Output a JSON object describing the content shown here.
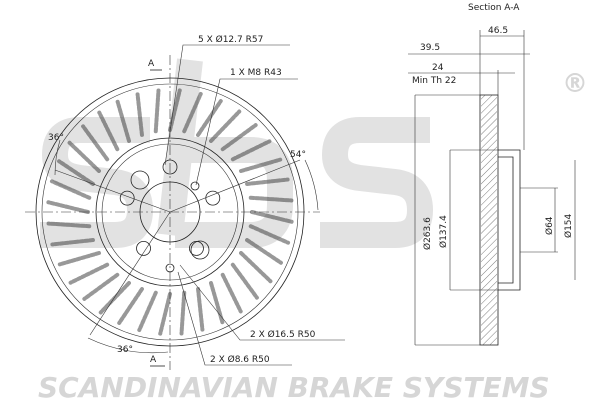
{
  "watermark": {
    "logo": "sbs",
    "brand": "SCANDINAVIAN BRAKE SYSTEMS",
    "registered": "®"
  },
  "section": {
    "title": "Section A-A",
    "dim_46_5": "46.5",
    "dim_39_5": "39.5",
    "dim_24": "24",
    "min_th": "Min Th 22",
    "d_outer": "Ø263.6",
    "d_hat": "Ø137.4",
    "d_bore": "Ø64",
    "d_hub": "Ø154"
  },
  "front": {
    "cut_label_top": "A",
    "cut_label_bottom": "A",
    "bolt_holes": "5 X Ø12.7 R57",
    "thread": "1 X M8 R43",
    "angle_left": "36°",
    "angle_right": "54°",
    "angle_bottom": "36°",
    "holes_16_5": "2 X Ø16.5 R50",
    "holes_8_6": "2 X Ø8.6 R50"
  }
}
